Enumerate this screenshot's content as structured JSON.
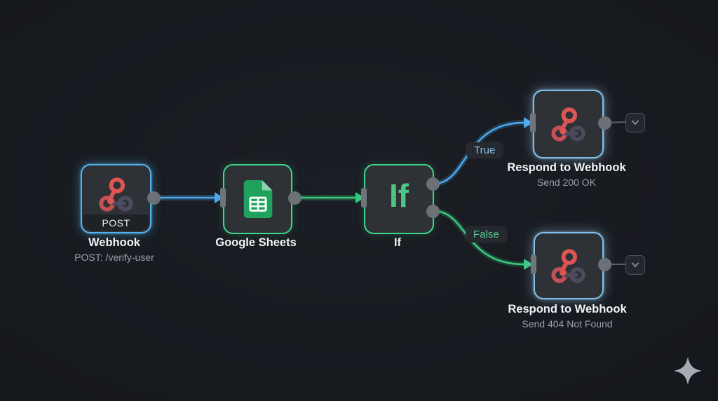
{
  "workflow": {
    "nodes": [
      {
        "id": "webhook",
        "title": "Webhook",
        "subtitle": "POST: /verify-user",
        "badge": "POST",
        "icon": "webhook-icon"
      },
      {
        "id": "google-sheets",
        "title": "Google Sheets",
        "icon": "google-sheets-icon"
      },
      {
        "id": "if",
        "title": "If",
        "icon_text": "If",
        "icon": "if-icon"
      },
      {
        "id": "respond-true",
        "title": "Respond to Webhook",
        "subtitle": "Send 200 OK",
        "icon": "webhook-icon"
      },
      {
        "id": "respond-false",
        "title": "Respond to Webhook",
        "subtitle": "Send 404 Not Found",
        "icon": "webhook-icon"
      }
    ],
    "connections": {
      "true_label": "True",
      "false_label": "False"
    }
  },
  "colors": {
    "connection_blue": "#4aa8ee",
    "connection_green": "#39c97f",
    "endpoint_line_gray": "#5a6066",
    "border_blue": "#55b1ea",
    "border_green": "#3ed68c",
    "border_lightblue": "#7fc0ea",
    "node_fill": "#2e3237",
    "connector_gray": "#6b7177",
    "true_text": "#86bde9",
    "false_text": "#58c78d",
    "title_text": "#f2f4f6",
    "subtitle_text": "#9aa1a8",
    "sparkle_gray": "#a6abb3"
  }
}
